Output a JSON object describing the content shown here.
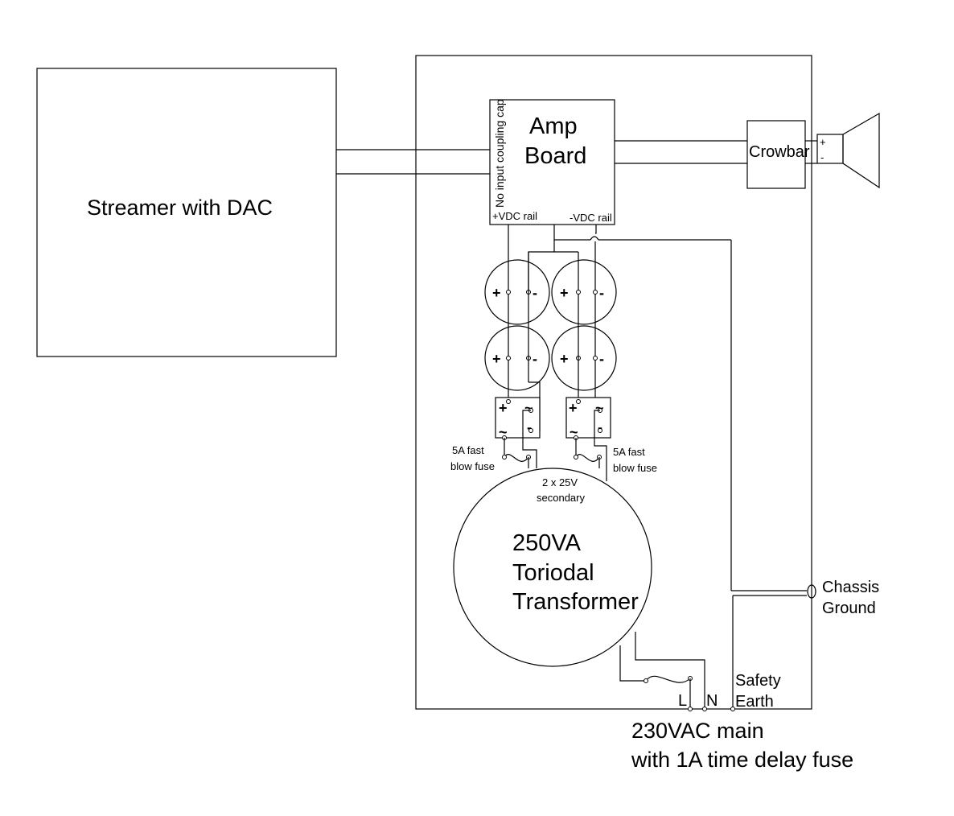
{
  "labels": {
    "streamer": "Streamer with DAC",
    "amp_line1": "Amp",
    "amp_line2": "Board",
    "no_coupling": "No input coupling cap",
    "pos_rail": "+VDC rail",
    "neg_rail": "-VDC rail",
    "crowbar": "Crowbar",
    "speaker_plus": "+",
    "speaker_minus": "-",
    "cap_plus": "+",
    "cap_minus": "-",
    "rect_plus": "+",
    "rect_minus": "-",
    "rect_ac": "~",
    "fuse_left_1": "5A fast",
    "fuse_left_2": "blow fuse",
    "fuse_right_1": "5A fast",
    "fuse_right_2": "blow fuse",
    "secondary_1": "2 x 25V",
    "secondary_2": "secondary",
    "transformer_1": "250VA",
    "transformer_2": "Toriodal",
    "transformer_3": "Transformer",
    "chassis_1": "Chassis",
    "chassis_2": "Ground",
    "safety_1": "Safety",
    "safety_2": "Earth",
    "live": "L",
    "neutral": "N",
    "mains_1": "230VAC main",
    "mains_2": "with 1A time delay fuse"
  }
}
